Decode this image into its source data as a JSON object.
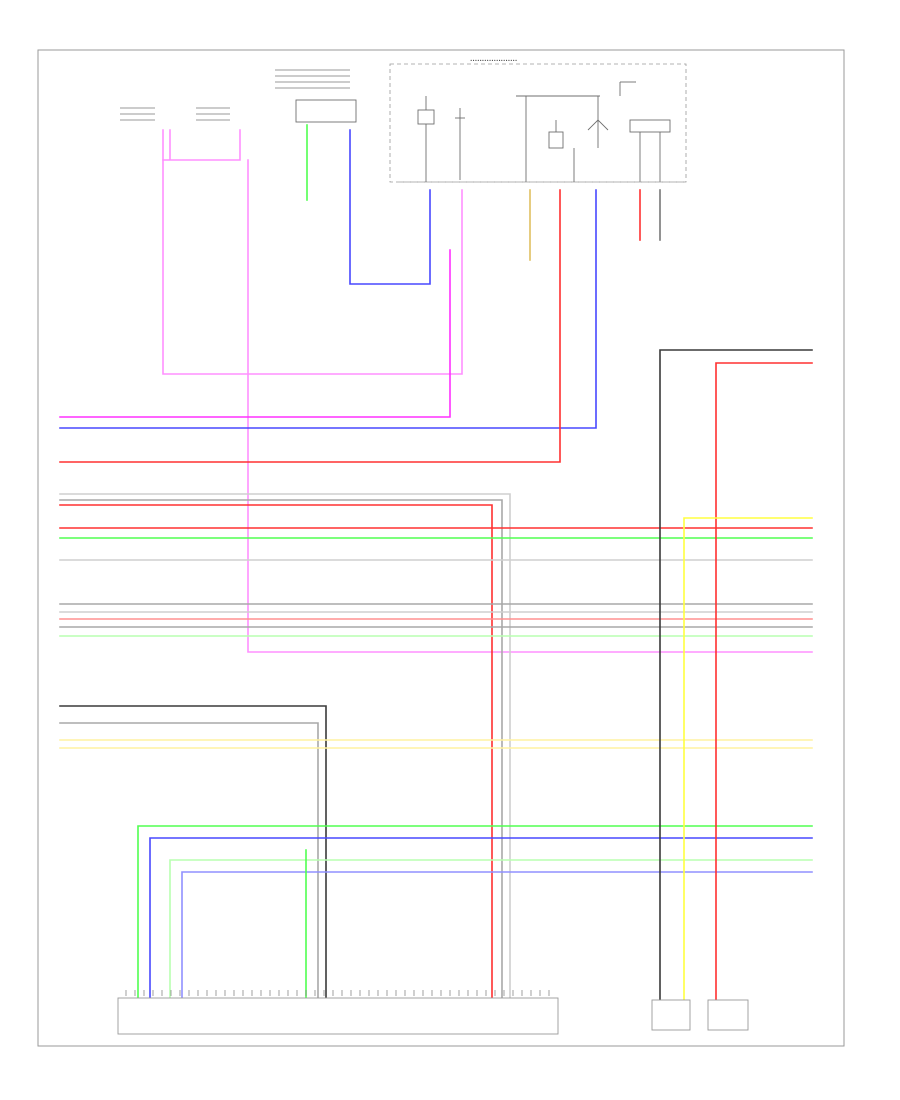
{
  "diagram": {
    "page_id": "",
    "junction_connector": "",
    "labels": []
  },
  "colors": {
    "black": "#3a3a3a",
    "gray": "#a8a8a8",
    "lightgray": "#cfcfcf",
    "red": "#ff3030",
    "pink": "#ff90ff",
    "magenta": "#ff30ff",
    "blue": "#4848ff",
    "lightblue": "#9090ff",
    "green": "#50ff50",
    "lightgreen": "#b8ffb0",
    "yellow": "#ffff40",
    "lightyellow": "#fff2a0",
    "lightred": "#ff9090",
    "orange": "#ffb070"
  },
  "wires": [
    {
      "id": "w-pink-left-loop",
      "color": "pink"
    },
    {
      "id": "w-pink-left-branch",
      "color": "pink"
    },
    {
      "id": "w-pink-long-vertical",
      "color": "pink"
    },
    {
      "id": "w-magenta-row-1",
      "color": "magenta"
    },
    {
      "id": "w-blue-row-2",
      "color": "blue"
    },
    {
      "id": "w-red-row-3",
      "color": "red"
    },
    {
      "id": "w-blue-top",
      "color": "blue"
    },
    {
      "id": "w-green-top",
      "color": "green"
    },
    {
      "id": "w-gray-row-4",
      "color": "lightgray"
    },
    {
      "id": "w-gray-row-5",
      "color": "gray"
    },
    {
      "id": "w-red-row-6",
      "color": "red"
    },
    {
      "id": "w-red-row-7",
      "color": "red"
    },
    {
      "id": "w-green-row-8",
      "color": "green"
    },
    {
      "id": "w-gray-row-9",
      "color": "lightgray"
    },
    {
      "id": "w-gray-row-10",
      "color": "gray"
    },
    {
      "id": "w-gray-row-11",
      "color": "lightgray"
    },
    {
      "id": "w-red-row-12",
      "color": "lightred"
    },
    {
      "id": "w-gray-row-13",
      "color": "gray"
    },
    {
      "id": "w-green-row-14",
      "color": "lightgreen"
    },
    {
      "id": "w-black-row-15",
      "color": "black"
    },
    {
      "id": "w-gray-row-16",
      "color": "gray"
    },
    {
      "id": "w-yellow-row-17",
      "color": "lightyellow"
    },
    {
      "id": "w-yellow-row-18",
      "color": "lightyellow"
    },
    {
      "id": "w-green-bottom-1",
      "color": "green"
    },
    {
      "id": "w-blue-bottom-2",
      "color": "blue"
    },
    {
      "id": "w-green-bottom-3",
      "color": "lightgreen"
    },
    {
      "id": "w-blue-bottom-4",
      "color": "lightblue"
    },
    {
      "id": "w-black-speaker",
      "color": "black"
    },
    {
      "id": "w-red-speaker",
      "color": "red"
    },
    {
      "id": "w-yellow-speaker",
      "color": "yellow"
    }
  ]
}
